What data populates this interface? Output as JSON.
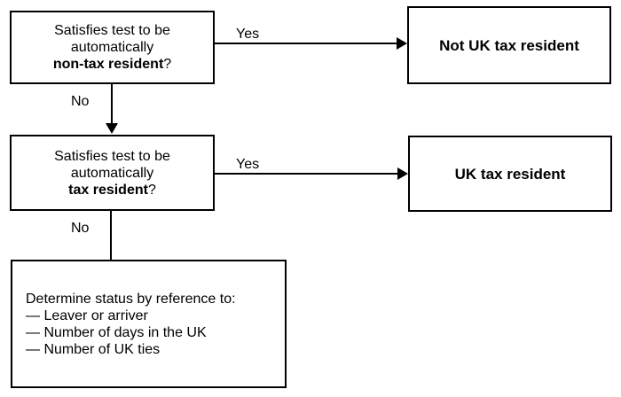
{
  "flowchart": {
    "test_non_resident": {
      "line1": "Satisfies test to be",
      "line2": "automatically",
      "bold": "non-tax resident",
      "suffix": "?"
    },
    "test_resident": {
      "line1": "Satisfies test to be",
      "line2": "automatically",
      "bold": "tax resident",
      "suffix": "?"
    },
    "outcome_not_resident": {
      "label": "Not UK tax resident"
    },
    "outcome_resident": {
      "label": "UK tax resident"
    },
    "determine": {
      "heading": "Determine status by reference to:",
      "items": [
        "— Leaver or arriver",
        "— Number of days in the UK",
        "— Number of UK ties"
      ]
    },
    "edge_labels": {
      "yes1": "Yes",
      "no1": "No",
      "yes2": "Yes",
      "no2": "No"
    }
  },
  "colors": {
    "line": "#000000",
    "text": "#000000",
    "background": "#ffffff"
  }
}
